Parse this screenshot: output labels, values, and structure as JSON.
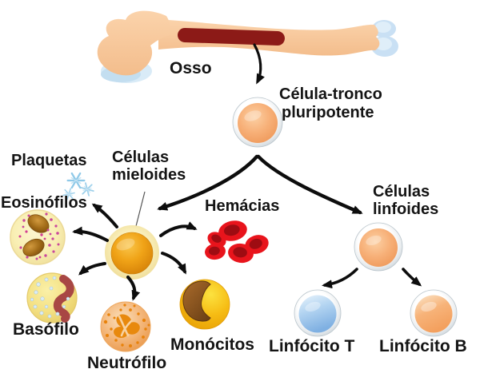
{
  "diagram": {
    "labels": {
      "bone": "Osso",
      "stem_cell": [
        "Célula-tronco",
        "pluripotente"
      ],
      "platelets": "Plaquetas",
      "myeloid": [
        "Células",
        "mieloides"
      ],
      "eosinophils": "Eosinófilos",
      "red_blood_cells": "Hemácias",
      "lymphoid": [
        "Células",
        "linfoides"
      ],
      "basophil": "Basófilo",
      "neutrophil": "Neutrófilo",
      "monocytes": "Monócitos",
      "t_lymphocyte": "Linfócito T",
      "b_lymphocyte": "Linfócito B"
    },
    "colors": {
      "label_text": "#141414",
      "arrow_black": "#0d0d0d",
      "bone_fill": "#f8c99e",
      "bone_marrow": "#8c1a17",
      "cartilage_blue": "#cfe4f5",
      "stem_cell_orange": "#f5a96c",
      "cell_rim_silver": "#c9d2d8",
      "myeloid_amber": "#ee9d12",
      "myeloid_halo": "#faf0bd",
      "eosinophil_body": "#f9efb4",
      "eosinophil_granules": "#c9469c",
      "eosinophil_nucleus": "#a06a16",
      "basophil_body": "#f4e184",
      "basophil_nucleus": "#a84744",
      "platelet_blue": "#8fc9e8",
      "neutrophil_body": "#f4b97e",
      "neutrophil_nucleus": "#e8890e",
      "monocyte_body": "#f6bc14",
      "monocyte_nucleus": "#8a5a20",
      "rbc_red": "#e8141c",
      "rbc_dark": "#9e0c12",
      "t_cell_blue": "#9cc6ec",
      "b_cell_orange": "#f7b379"
    }
  }
}
